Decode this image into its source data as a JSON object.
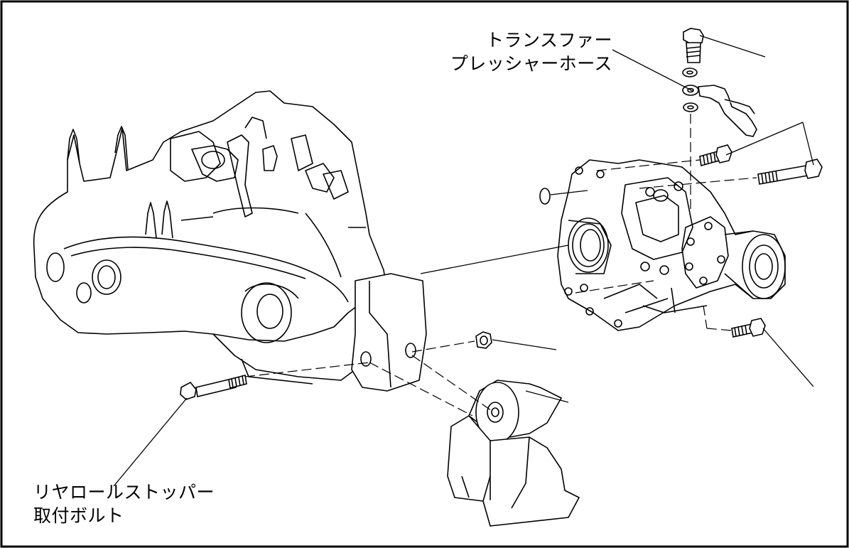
{
  "labels": {
    "transfer_hose": {
      "line1": "トランスファー",
      "line2": "プレッシャーホース"
    },
    "rear_stopper_bolt": {
      "line1": "リヤロールストッパー",
      "line2": "取付ボルト"
    }
  },
  "colors": {
    "ink": "#000000",
    "paper": "#ffffff"
  }
}
